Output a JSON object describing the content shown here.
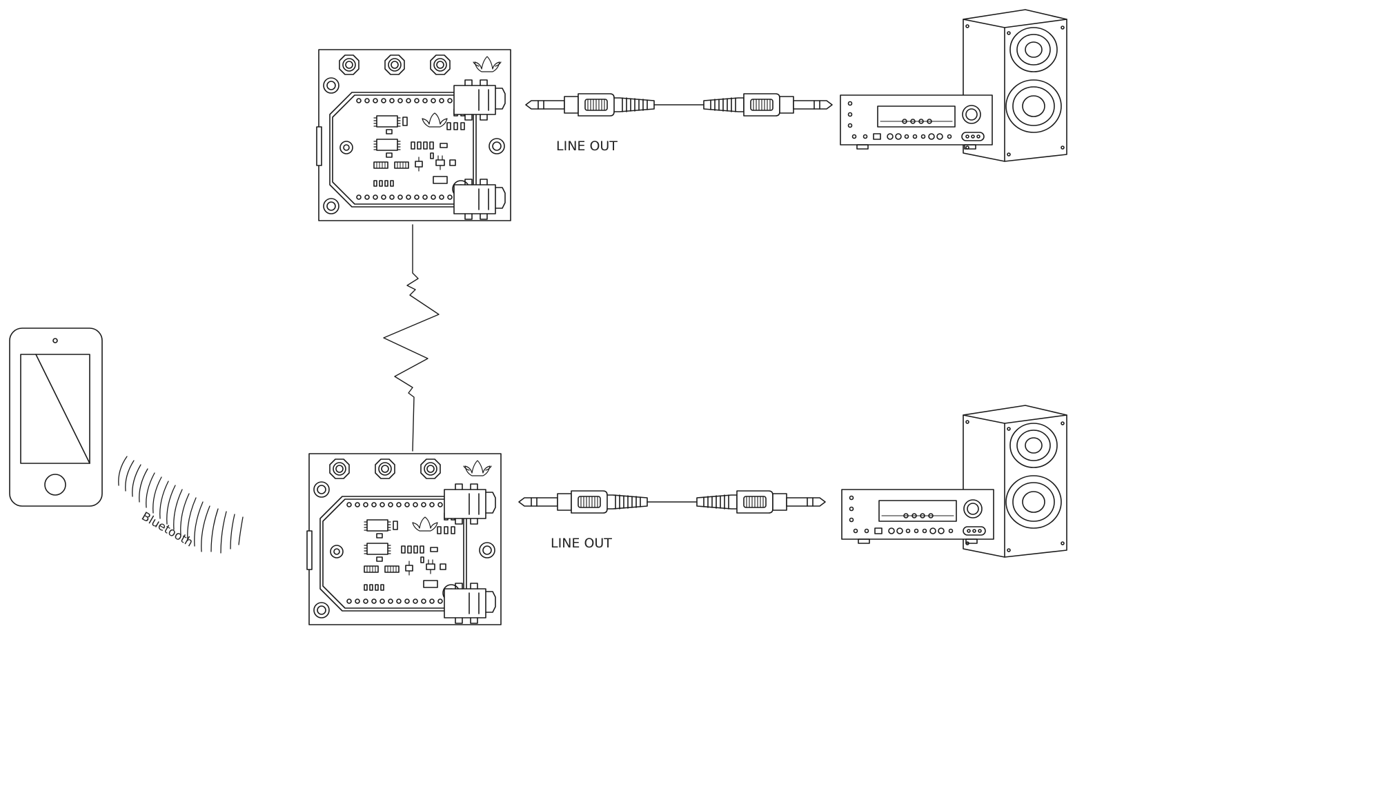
{
  "labels": {
    "line_out_top": "LINE OUT",
    "line_out_bottom": "LINE OUT",
    "bluetooth": "Bluetooth"
  },
  "colors": {
    "stroke": "#1a1a1a",
    "background": "#ffffff"
  },
  "icons": [
    "phone-icon",
    "bluetooth-waves-icon",
    "audio-board-icon",
    "stereo-cable-icon",
    "amplifier-icon",
    "speaker-icon",
    "wireless-link-icon"
  ]
}
